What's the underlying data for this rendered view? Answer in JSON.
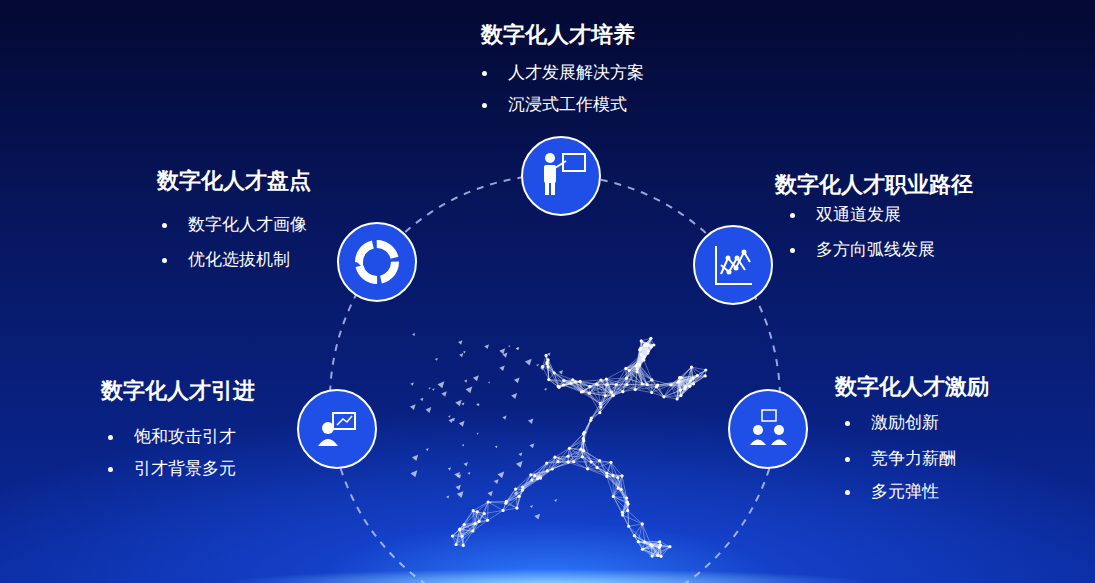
{
  "diagram": {
    "nodes": [
      {
        "text": [
          "数字化人才培养",
          "人才发展解决方案",
          "沉浸式工作模式"
        ]
      },
      {
        "text": [
          "数字化人才盘点",
          "数字化人才画像",
          "优化选拔机制"
        ]
      },
      {
        "text": [
          "数字化人才职业路径",
          "双通道发展",
          "多方向弧线发展"
        ]
      },
      {
        "text": [
          "数字化人才引进",
          "饱和攻击引才",
          "引才背景多元"
        ]
      },
      {
        "text": [
          "数字化人才激励",
          "激励创新",
          "竞争力薪酬",
          "多元弹性"
        ]
      }
    ]
  }
}
